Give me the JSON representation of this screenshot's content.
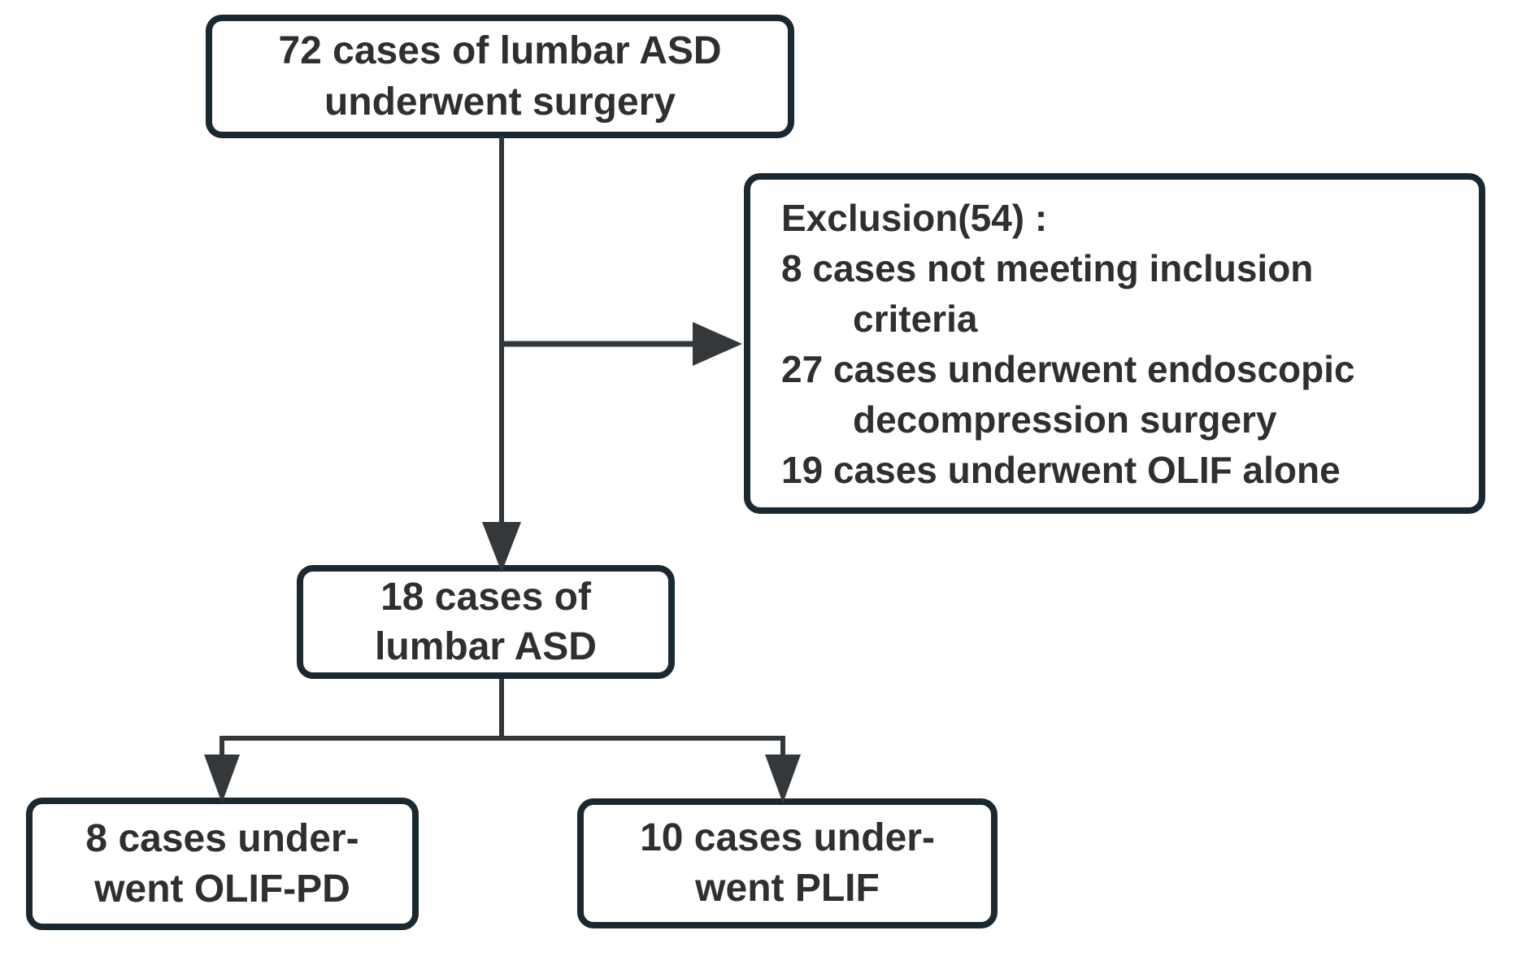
{
  "boxes": {
    "total": {
      "line1": "72 cases of lumbar ASD",
      "line2": "underwent surgery"
    },
    "exclusion": {
      "lines": [
        {
          "text": "Exclusion(54) :",
          "indent": false
        },
        {
          "text": "8 cases not meeting inclusion",
          "indent": false
        },
        {
          "text": "criteria",
          "indent": true
        },
        {
          "text": "27 cases underwent endoscopic",
          "indent": false
        },
        {
          "text": "decompression surgery",
          "indent": true
        },
        {
          "text": "19 cases underwent OLIF alone",
          "indent": false
        }
      ]
    },
    "included": {
      "line1": "18 cases of",
      "line2": "lumbar ASD"
    },
    "olif_pd": {
      "line1": "8 cases under-",
      "line2": "went OLIF-PD"
    },
    "plif": {
      "line1": "10 cases under-",
      "line2": "went PLIF"
    }
  },
  "counts": {
    "total_cases": 72,
    "excluded_total": 54,
    "excluded_not_meeting_criteria": 8,
    "excluded_endoscopic_decompression": 27,
    "excluded_olif_alone": 19,
    "included_cases": 18,
    "olif_pd_cases": 8,
    "plif_cases": 10
  },
  "colors": {
    "background": "#ffffff",
    "box_border": "#1a2831",
    "connector_line": "#31373b",
    "arrowhead_fill": "#34383b",
    "text": "#2f2f2f"
  }
}
